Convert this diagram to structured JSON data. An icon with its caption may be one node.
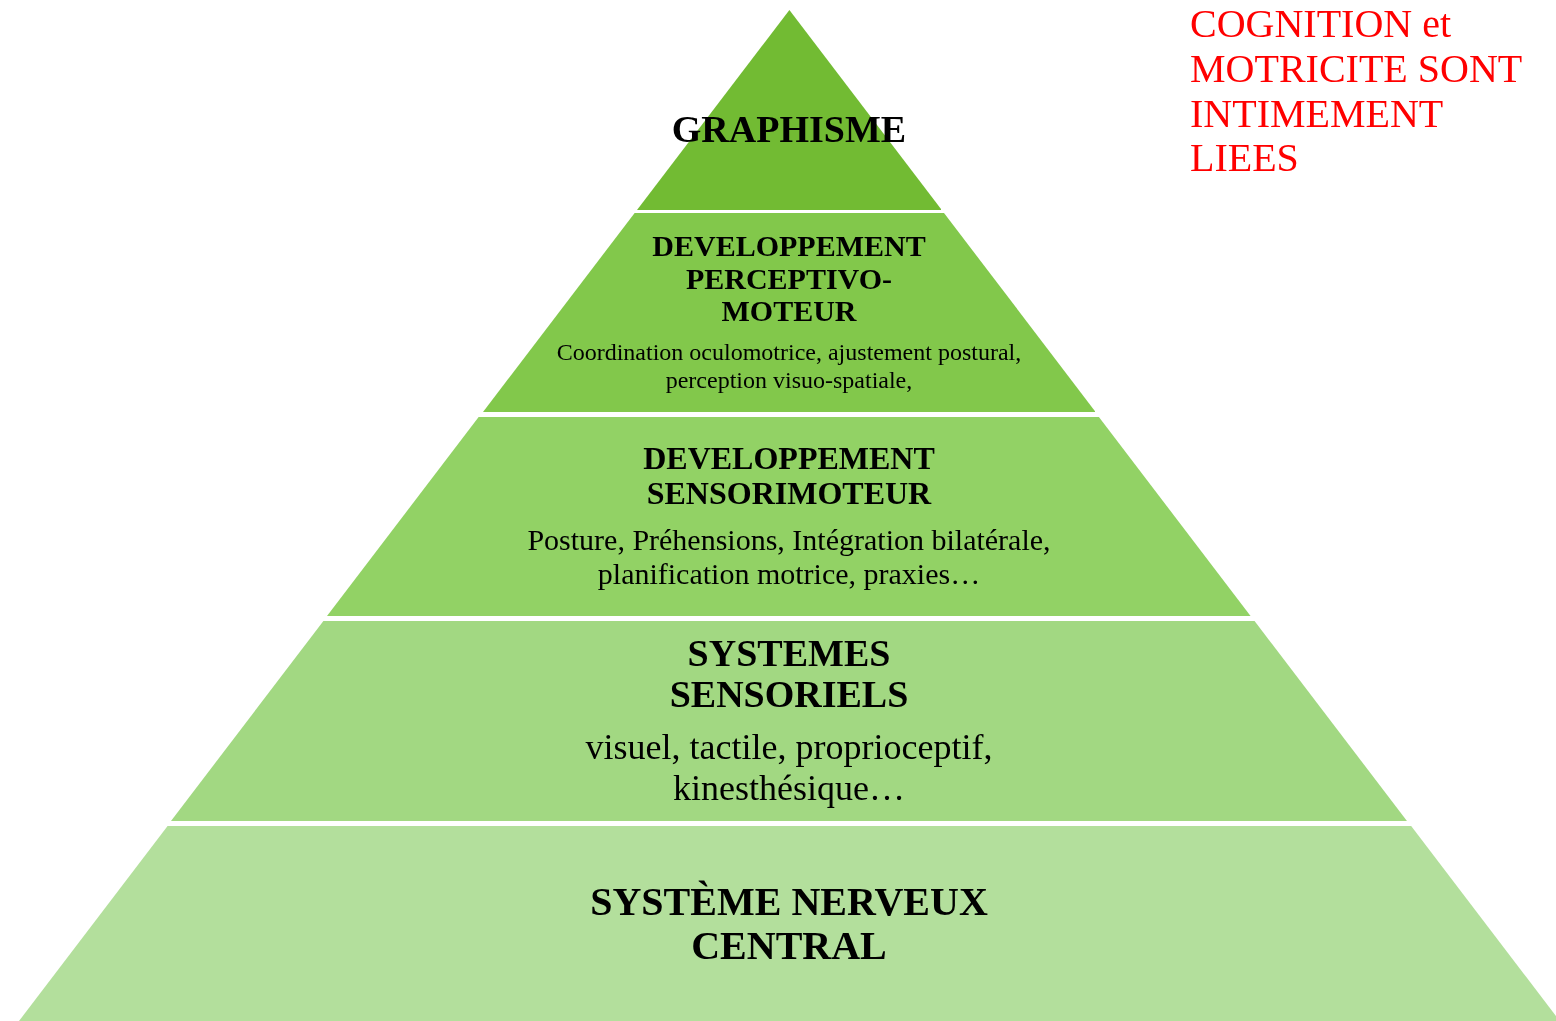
{
  "diagram": {
    "nodes": [
      {
        "text": [
          "GRAPHISME"
        ]
      },
      {
        "text": [
          "DEVELOPPEMENT PERCEPTIVO-MOTEUR",
          "Coordination oculomotrice, ajustement postural, perception visuo-spatiale,"
        ]
      },
      {
        "text": [
          "DEVELOPPEMENT SENSORIMOTEUR",
          "Posture, Préhensions, Intégration bilatérale, planification motrice, praxies…"
        ]
      },
      {
        "text": [
          "SYSTEMES SENSORIELS",
          "visuel, tactile, proprioceptif, kinesthésique…"
        ]
      },
      {
        "text": [
          "SYSTÈME NERVEUX CENTRAL"
        ]
      }
    ],
    "edges": [],
    "labels": [
      "COGNITION et MOTRICITE SONT INTIMEMENT LIEES"
    ]
  }
}
